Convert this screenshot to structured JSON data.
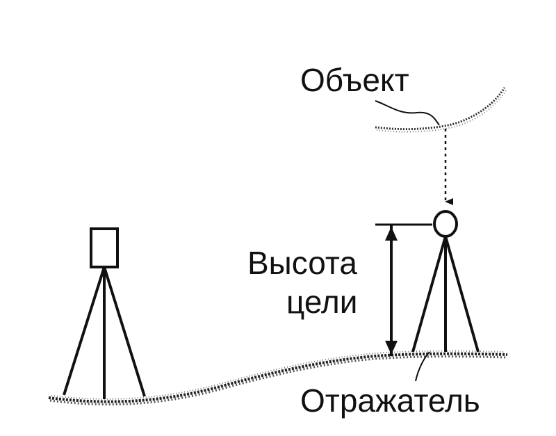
{
  "labels": {
    "object": "Объект",
    "target_height_line1": "Высота",
    "target_height_line2": "цели",
    "reflector": "Отражатель"
  },
  "colors": {
    "ink": "#111111",
    "ground": "#333333",
    "background": "#ffffff"
  }
}
